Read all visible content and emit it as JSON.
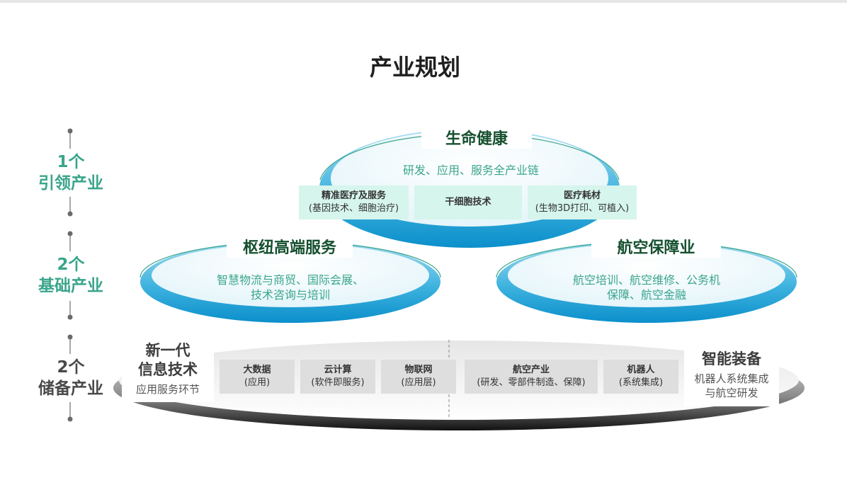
{
  "title": "产业规划",
  "side_labels": [
    {
      "count": "1个",
      "name": "引领产业"
    },
    {
      "count": "2个",
      "name": "基础产业"
    },
    {
      "count": "2个",
      "name": "储备产业"
    }
  ],
  "leading": {
    "title": "生命健康",
    "desc": "研发、应用、服务全产业链",
    "boxes": [
      {
        "name": "精准医疗及服务",
        "sub": "(基因技术、细胞治疗)"
      },
      {
        "name": "干细胞技术",
        "sub": ""
      },
      {
        "name": "医疗耗材",
        "sub": "(生物3D打印、可植入)"
      }
    ]
  },
  "basic": [
    {
      "title": "枢纽高端服务",
      "desc_lines": [
        "智慧物流与商贸、国际会展、",
        "技术咨询与培训"
      ]
    },
    {
      "title": "航空保障业",
      "desc_lines": [
        "航空培训、航空维修、公务机",
        "保障、航空金融"
      ]
    }
  ],
  "reserve": {
    "left": {
      "title_lines": [
        "新一代",
        "信息技术"
      ],
      "desc": "应用服务环节"
    },
    "right": {
      "title": "智能装备",
      "desc_lines": [
        "机器人系统集成",
        "与航空研发"
      ]
    },
    "boxes": [
      {
        "name": "大数据",
        "sub": "(应用)"
      },
      {
        "name": "云计算",
        "sub": "(软件即服务)"
      },
      {
        "name": "物联网",
        "sub": "(应用层)"
      },
      {
        "name": "航空产业",
        "sub": "(研发、零部件制造、保障)"
      },
      {
        "name": "机器人",
        "sub": "(系统集成)"
      }
    ]
  },
  "colors": {
    "accent_green": "#3aa58c",
    "title_green": "#15502f",
    "ellipse_blue": "#1a9fd4"
  }
}
